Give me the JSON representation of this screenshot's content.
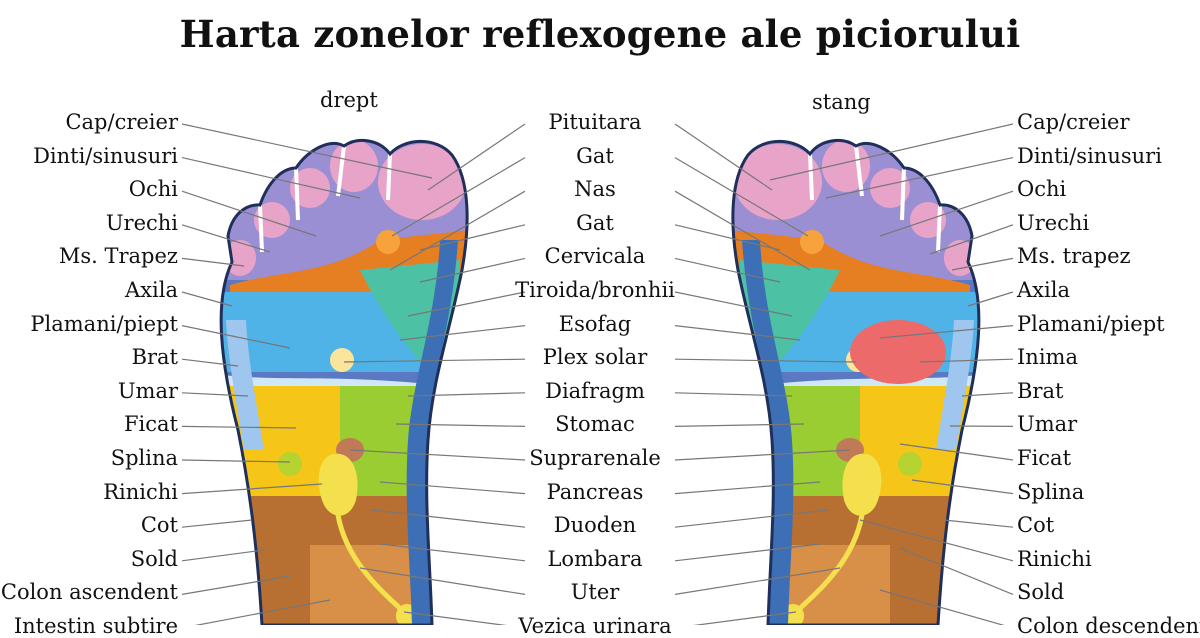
{
  "title": "Harta zonelor reflexogene ale piciorului",
  "sides": {
    "right_foot": "drept",
    "left_foot": "stang"
  },
  "left_labels": [
    "Cap/creier",
    "Dinti/sinusuri",
    "Ochi",
    "Urechi",
    "Ms. Trapez",
    "Axila",
    "Plamani/piept",
    "Brat",
    "Umar",
    "Ficat",
    "Splina",
    "Rinichi",
    "Cot",
    "Sold",
    "Colon ascendent",
    "Intestin subtire"
  ],
  "center_labels": [
    "Pituitara",
    "Gat",
    "Nas",
    "Gat",
    "Cervicala",
    "Tiroida/bronhii",
    "Esofag",
    "Plex solar",
    "Diafragm",
    "Stomac",
    "Suprarenale",
    "Pancreas",
    "Duoden",
    "Lombara",
    "Uter",
    "Vezica urinara"
  ],
  "right_labels": [
    "Cap/creier",
    "Dinti/sinusuri",
    "Ochi",
    "Urechi",
    "Ms. trapez",
    "Axila",
    "Plamani/piept",
    "Inima",
    "Brat",
    "Umar",
    "Ficat",
    "Splina",
    "Cot",
    "Rinichi",
    "Sold",
    "Colon descendent"
  ],
  "colors": {
    "outline": "#1f2f5a",
    "head_pink": "#e8a3c8",
    "sinus_purple": "#9b8fd4",
    "orange": "#e67e22",
    "lung_blue": "#4fb3e8",
    "diaphragm_pale": "#cfe7f7",
    "liver_yellow": "#f5c518",
    "stomach_green": "#9acd32",
    "kidney_yellow": "#f4e04d",
    "intestine_brown": "#b86f32",
    "heart_red": "#ec6a6a",
    "spine_blue": "#3d6fb6"
  }
}
